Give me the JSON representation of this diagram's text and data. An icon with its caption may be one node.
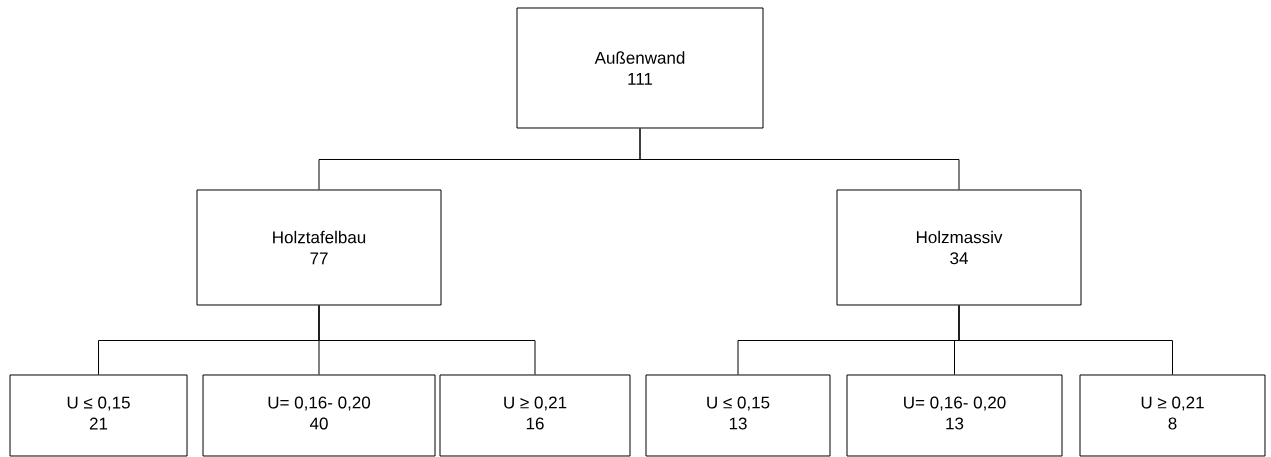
{
  "diagram": {
    "nodes": [
      {
        "text": [
          "Außenwand",
          "111"
        ]
      },
      {
        "text": [
          "Holztafelbau",
          "77"
        ]
      },
      {
        "text": [
          "Holzmassiv",
          "34"
        ]
      },
      {
        "text": [
          "U ≤ 0,15",
          "21"
        ]
      },
      {
        "text": [
          "U= 0,16- 0,20",
          "40"
        ]
      },
      {
        "text": [
          "U ≥ 0,21",
          "16"
        ]
      },
      {
        "text": [
          "U ≤ 0,15",
          "13"
        ]
      },
      {
        "text": [
          "U= 0,16- 0,20",
          "13"
        ]
      },
      {
        "text": [
          "U ≥ 0,21",
          "8"
        ]
      }
    ],
    "edges": [
      {
        "from": 0,
        "to": 1,
        "arrow": "none"
      },
      {
        "from": 0,
        "to": 2,
        "arrow": "none"
      },
      {
        "from": 1,
        "to": 3,
        "arrow": "none"
      },
      {
        "from": 1,
        "to": 4,
        "arrow": "none"
      },
      {
        "from": 1,
        "to": 5,
        "arrow": "none"
      },
      {
        "from": 2,
        "to": 6,
        "arrow": "none"
      },
      {
        "from": 2,
        "to": 7,
        "arrow": "none"
      },
      {
        "from": 2,
        "to": 8,
        "arrow": "none"
      }
    ]
  }
}
